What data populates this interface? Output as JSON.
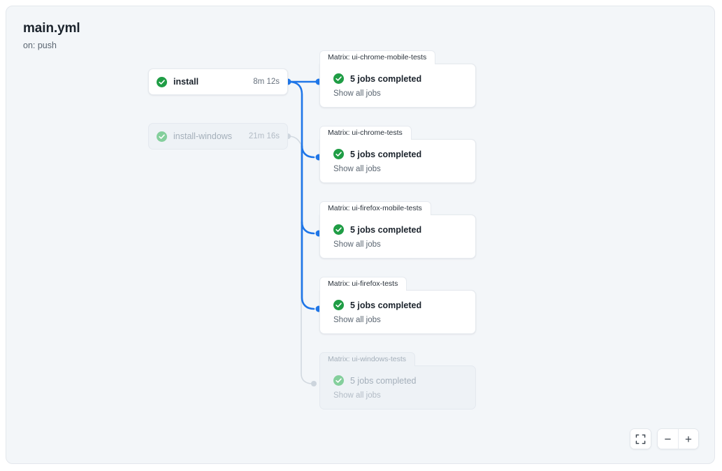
{
  "workflow": {
    "title": "main.yml",
    "trigger": "on: push"
  },
  "jobs": [
    {
      "name": "install",
      "duration": "8m 12s",
      "status_icon": "check-circle-icon",
      "state": "active"
    },
    {
      "name": "install-windows",
      "duration": "21m 16s",
      "status_icon": "check-circle-icon",
      "state": "dimmed"
    }
  ],
  "matrices": [
    {
      "tab_label": "Matrix: ui-chrome-mobile-tests",
      "status_text": "5 jobs completed",
      "status_icon": "check-circle-icon",
      "link_label": "Show all jobs",
      "state": "active"
    },
    {
      "tab_label": "Matrix: ui-chrome-tests",
      "status_text": "5 jobs completed",
      "status_icon": "check-circle-icon",
      "link_label": "Show all jobs",
      "state": "active"
    },
    {
      "tab_label": "Matrix: ui-firefox-mobile-tests",
      "status_text": "5 jobs completed",
      "status_icon": "check-circle-icon",
      "link_label": "Show all jobs",
      "state": "active"
    },
    {
      "tab_label": "Matrix: ui-firefox-tests",
      "status_text": "5 jobs completed",
      "status_icon": "check-circle-icon",
      "link_label": "Show all jobs",
      "state": "active"
    },
    {
      "tab_label": "Matrix: ui-windows-tests",
      "status_text": "5 jobs completed",
      "status_icon": "check-circle-icon",
      "link_label": "Show all jobs",
      "state": "dimmed"
    }
  ],
  "controls": {
    "fit_view_icon": "fit-screen-icon",
    "zoom_out_label": "−",
    "zoom_in_label": "+"
  },
  "colors": {
    "canvas_background": "#f3f6f9",
    "edge_active": "#1f76e8",
    "edge_dimmed": "#d2d9e0",
    "status_success": "#1f9d45",
    "status_success_dimmed": "#84cf9c",
    "card_background": "#ffffff",
    "card_border": "#e6eaef",
    "text_primary": "#1b232c",
    "text_secondary": "#5b6672",
    "text_dimmed": "#a4afba"
  }
}
